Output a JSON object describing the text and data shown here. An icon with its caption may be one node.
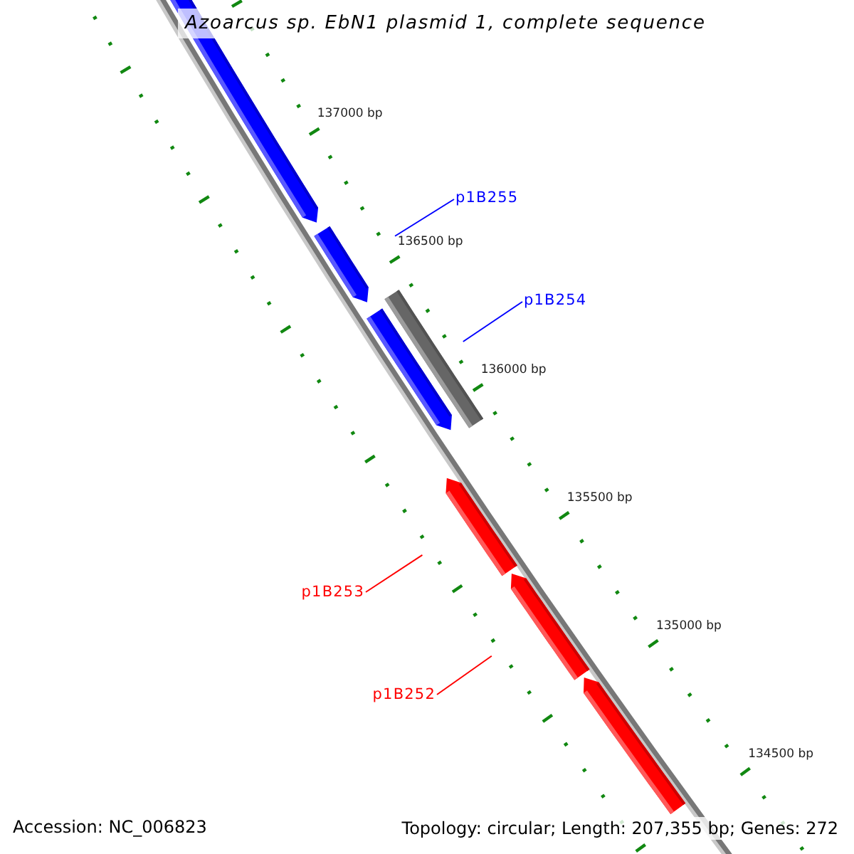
{
  "diagram": {
    "title": "Azoarcus sp. EbN1 plasmid 1, complete sequence",
    "nodes": [
      {
        "text": [],
        "shape": "arrow"
      },
      {
        "text": [
          "p1B255"
        ]
      },
      {
        "text": [],
        "shape": "arrow"
      },
      {
        "text": [
          "p1B254"
        ]
      },
      {
        "text": [],
        "shape": "bar"
      },
      {
        "text": [],
        "shape": "arrow"
      },
      {
        "text": [],
        "shape": "arrow"
      },
      {
        "text": [
          "p1B253"
        ]
      },
      {
        "text": [],
        "shape": "arrow"
      },
      {
        "text": [
          "p1B252"
        ]
      },
      {
        "text": [],
        "shape": "arrow"
      }
    ],
    "edges": [
      {
        "from": 1,
        "to": 2,
        "arrow": "none"
      },
      {
        "from": 3,
        "to": 4,
        "arrow": "none"
      },
      {
        "from": 7,
        "to": 6,
        "arrow": "none",
        "color": "#ff0000"
      },
      {
        "from": 9,
        "to": 8,
        "arrow": "none",
        "color": "#ff0000"
      }
    ],
    "labels": [
      "137000 bp",
      "136500 bp",
      "136000 bp",
      "135500 bp",
      "135000 bp",
      "134500 bp",
      "Accession: NC_006823",
      "Topology: circular; Length: 207,355 bp; Genes: 272"
    ]
  }
}
